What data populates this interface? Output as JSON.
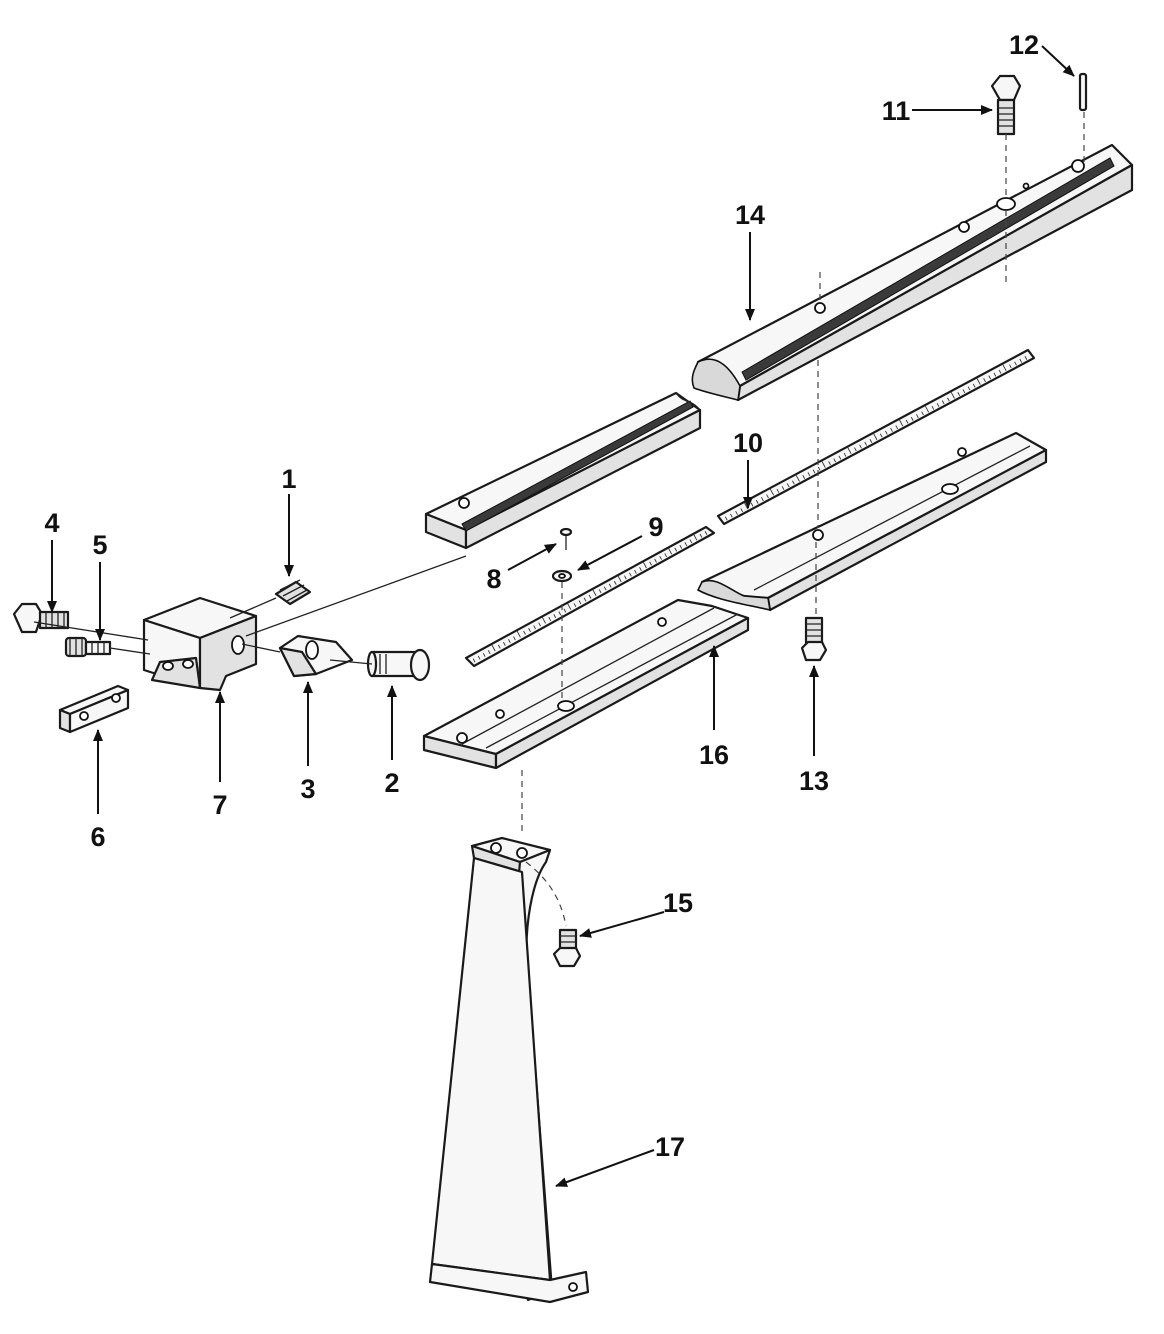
{
  "callouts": [
    {
      "id": "1",
      "label": "1"
    },
    {
      "id": "2",
      "label": "2"
    },
    {
      "id": "3",
      "label": "3"
    },
    {
      "id": "4",
      "label": "4"
    },
    {
      "id": "5",
      "label": "5"
    },
    {
      "id": "6",
      "label": "6"
    },
    {
      "id": "7",
      "label": "7"
    },
    {
      "id": "8",
      "label": "8"
    },
    {
      "id": "9",
      "label": "9"
    },
    {
      "id": "10",
      "label": "10"
    },
    {
      "id": "11",
      "label": "11"
    },
    {
      "id": "12",
      "label": "12"
    },
    {
      "id": "13",
      "label": "13"
    },
    {
      "id": "14",
      "label": "14"
    },
    {
      "id": "15",
      "label": "15"
    },
    {
      "id": "16",
      "label": "16"
    },
    {
      "id": "17",
      "label": "17"
    }
  ],
  "colors": {
    "ink": "#111111",
    "paper": "#ffffff"
  }
}
